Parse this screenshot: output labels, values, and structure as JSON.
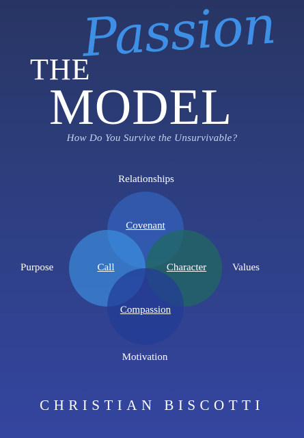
{
  "cover": {
    "title_the": "THE",
    "title_passion": "Passion",
    "title_model": "MODEL",
    "subtitle": "How Do You Survive the Unsurvivable?",
    "author": "CHRISTIAN BISCOTTI"
  },
  "diagram": {
    "outer_labels": {
      "top": "Relationships",
      "left": "Purpose",
      "right": "Values",
      "bottom": "Motivation"
    },
    "circles": {
      "top": "Covenant",
      "left": "Call",
      "right": "Character",
      "bottom": "Compassion"
    }
  },
  "colors": {
    "background_top": "#283563",
    "background_bottom": "#3445a0",
    "passion_script": "#3e8fe6",
    "subtitle": "#c6d3f2"
  }
}
